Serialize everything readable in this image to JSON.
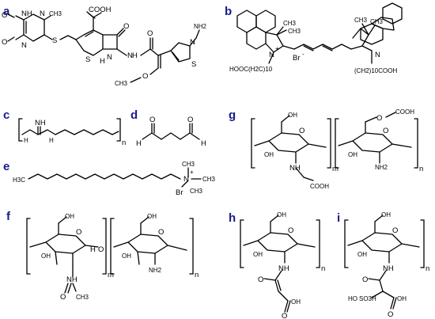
{
  "panels": [
    {
      "id": "a",
      "letter": "a"
    },
    {
      "id": "b",
      "letter": "b"
    },
    {
      "id": "c",
      "letter": "c"
    },
    {
      "id": "d",
      "letter": "d"
    },
    {
      "id": "e",
      "letter": "e"
    },
    {
      "id": "f",
      "letter": "f"
    },
    {
      "id": "g",
      "letter": "g"
    },
    {
      "id": "h",
      "letter": "h"
    },
    {
      "id": "i",
      "letter": "i"
    }
  ],
  "labels": {
    "a": {
      "me": "CH3",
      "nh": "N",
      "cooh": "COOH",
      "nh2": "NH2",
      "s": "S",
      "n": "N",
      "o": "O",
      "oet": "O",
      "ch3": "CH3",
      "hn": "NH",
      "h": "H",
      "h2": "H",
      "nring": "N",
      "sring": "S",
      "oh1": "O",
      "oh2": "O",
      "on": "O",
      "nhl": "N",
      "nhlh": "H"
    },
    "b": {
      "me1": "CH3",
      "me2": "CH3",
      "npos": "N",
      "plus": "+",
      "br": "Br",
      "minus": "-",
      "cooh_l": "HOOC(H2C)10",
      "ch2_r": "(CH2)10COOH",
      "n_r": "N"
    },
    "c": {
      "nh": "NH",
      "hn1": "H",
      "hn2": "H",
      "n": "n"
    },
    "d": {
      "o1": "O",
      "o2": "O",
      "h1": "H",
      "h2": "H"
    },
    "e": {
      "ch3": "H3C",
      "n": "N",
      "plus": "+",
      "me1": "CH3",
      "me2": "CH3",
      "me3": "CH3",
      "br": "Br"
    },
    "f": {
      "oh1": "OH",
      "oh2": "OH",
      "oh3": "OH",
      "oh4": "OH",
      "o1": "O",
      "o2": "O",
      "o3": "O",
      "nh": "NH",
      "nh2": "NH2",
      "m": "m",
      "n": "n",
      "ch3": "CH3",
      "co": "O",
      "h": "H"
    },
    "g": {
      "oh": "OH",
      "cooh": "COOH",
      "cooh2": "COOH",
      "nh": "NH",
      "nh2": "NH2",
      "m": "m",
      "n": "n",
      "o": "O",
      "h": "H"
    },
    "h": {
      "oh1": "OH",
      "oh2": "OH",
      "nh": "NH",
      "o": "O",
      "oh3": "OH",
      "n": "n",
      "h": "H"
    },
    "i": {
      "oh1": "OH",
      "oh2": "OH",
      "nh": "NH",
      "o": "O",
      "oh3": "OH",
      "so3": "SO3H",
      "n": "n",
      "h": "H",
      "ho": "HO",
      "oo": "O"
    }
  }
}
